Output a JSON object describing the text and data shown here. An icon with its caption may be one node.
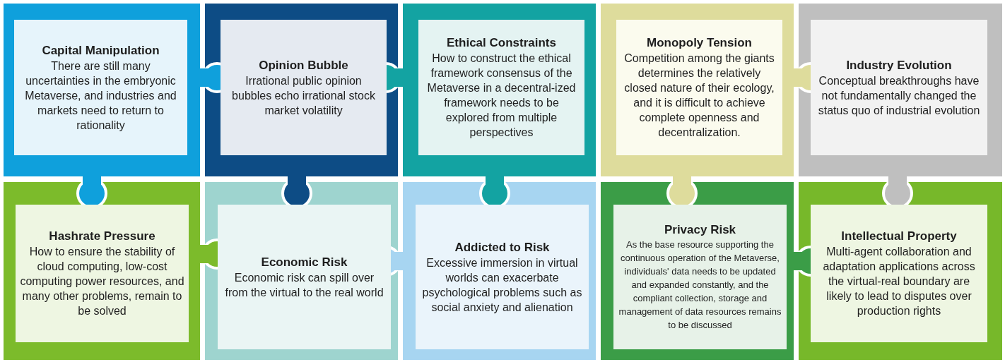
{
  "diagram": {
    "nodes": [
      {
        "text": [],
        "shape": "box"
      },
      {
        "text": [
          "Capital Manipulation",
          "There are still many uncertainties in the embryonic Metaverse, and industries and markets need to return to rationality"
        ],
        "in": 0
      },
      {
        "text": [],
        "shape": "box"
      },
      {
        "text": [
          "Opinion Bubble",
          "Irrational public opinion bubbles echo irrational stock market volatility"
        ],
        "in": 2
      },
      {
        "text": [],
        "shape": "box"
      },
      {
        "text": [
          "Ethical Constraints",
          "How to construct the ethical framework consensus of the Metaverse in a decentral-ized framework needs to be explored from multiple perspectives"
        ],
        "in": 4
      },
      {
        "text": [],
        "shape": "box"
      },
      {
        "text": [
          "Monopoly Tension",
          "Competition among the giants determines the relatively closed nature of their ecology, and it is difficult to achieve complete openness and decentralization."
        ],
        "in": 6
      },
      {
        "text": [],
        "shape": "box"
      },
      {
        "text": [
          "Industry Evolution",
          "Conceptual breakthroughs have not fundamentally changed the status quo of industrial evolution"
        ],
        "in": 8
      },
      {
        "text": [],
        "shape": "box"
      },
      {
        "text": [
          "Hashrate Pressure",
          "How to ensure the stability of cloud computing, low-cost computing power resources, and many other problems, remain to be solved"
        ],
        "in": 10
      },
      {
        "text": [],
        "shape": "box"
      },
      {
        "text": [
          "Economic Risk",
          "Economic risk can spill over from the virtual to the real world"
        ],
        "in": 12
      },
      {
        "text": [],
        "shape": "box"
      },
      {
        "text": [
          "Addicted to Risk",
          "Excessive immersion in virtual worlds can exacerbate psychological problems such as social anxiety and alienation"
        ],
        "in": 14
      },
      {
        "text": [],
        "shape": "box"
      },
      {
        "text": [
          "Privacy Risk",
          "As the base resource supporting the continuous operation of the Metaverse, individuals' data needs to be updated and expanded constantly, and the compliant collection, storage and management of data resources remains to be discussed"
        ],
        "in": 16
      },
      {
        "text": [],
        "shape": "box"
      },
      {
        "text": [
          "Intellectual Property",
          "Multi-agent collaboration and adaptation applications across the virtual-real boundary are likely to lead to disputes over production rights"
        ],
        "in": 18
      }
    ]
  }
}
